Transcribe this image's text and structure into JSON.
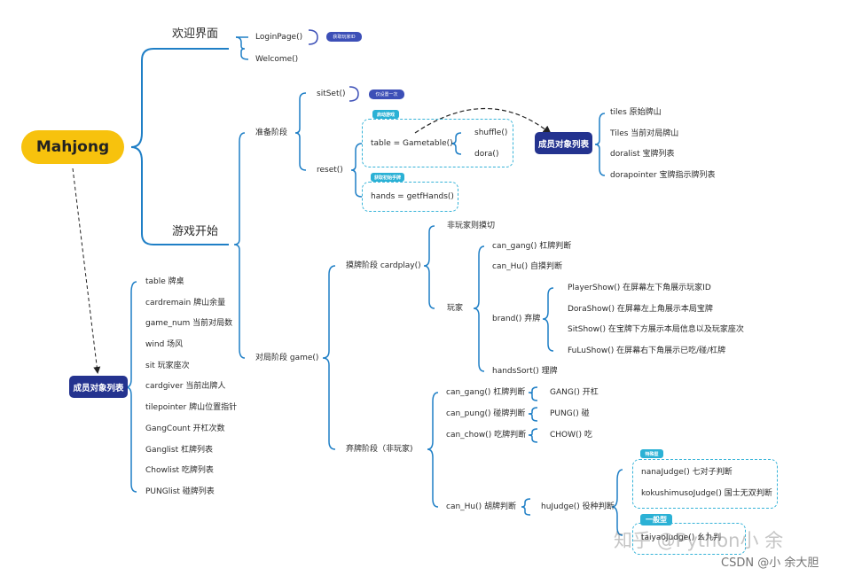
{
  "root": "Mahjong",
  "branches": {
    "welcome": "欢迎界面",
    "game_start": "游戏开始"
  },
  "welcome_items": [
    "LoginPage()",
    "Welcome()"
  ],
  "tags": {
    "login": "获取玩家ID",
    "sitset": "仅设置一次",
    "gametable": "启动游戏",
    "gethands": "获取初始手牌",
    "special": "特殊型",
    "normal": "一般型"
  },
  "prepare": {
    "label": "准备阶段",
    "sitset": "sitSet()",
    "reset": "reset()",
    "table": "table = Gametable()",
    "shuffle": "shuffle()",
    "dora": "dora()",
    "hands": "hands = getfHands()"
  },
  "member_list_label": "成员对象列表",
  "member_list_right": [
    "tiles 原始牌山",
    "Tiles 当前对局牌山",
    "doralist 宝牌列表",
    "dorapointer 宝牌指示牌列表"
  ],
  "member_list_left": [
    "table 牌桌",
    "cardremain 牌山余量",
    "game_num 当前对局数",
    "wind 场风",
    "sit 玩家座次",
    "cardgiver 当前出牌人",
    "tilepointer 牌山位置指针",
    "GangCount 开杠次数",
    "Ganglist 杠牌列表",
    "Chowlist 吃牌列表",
    "PUNGlist 碰牌列表"
  ],
  "game": {
    "label": "对局阶段 game()",
    "draw": {
      "label": "摸牌阶段 cardplay()",
      "non_player": "非玩家则摸切",
      "player": "玩家",
      "can_gang": "can_gang() 杠牌判断",
      "can_hu": "can_Hu() 自摸判断",
      "brand": "brand() 弃牌",
      "brand_items": [
        "PlayerShow() 在屏幕左下角展示玩家ID",
        "DoraShow() 在屏幕左上角展示本局宝牌",
        "SitShow() 在宝牌下方展示本局信息以及玩家座次",
        "FuLuShow() 在屏幕右下角展示已吃/碰/杠牌"
      ],
      "handssort": "handsSort() 理牌"
    },
    "discard": {
      "label": "弃牌阶段（非玩家)",
      "can_gang": "can_gang() 杠牌判断",
      "gang": "GANG() 开杠",
      "can_pung": "can_pung() 碰牌判断",
      "pung": "PUNG() 碰",
      "can_chow": "can_chow() 吃牌判断",
      "chow": "CHOW() 吃",
      "can_hu": "can_Hu() 胡牌判断",
      "hujudge": "huJudge() 役种判断",
      "nana": "nanaJudge() 七对子判断",
      "kokushi": "kokushimusoJudge() 国士无双判断",
      "taiyao": "taiyaoJudge() 幺九判"
    }
  },
  "watermark": "知乎 @Python小 余",
  "csdn": "CSDN @小 余大胆",
  "colors": {
    "line": "#1f7fc6",
    "root": "#f7c20d",
    "navy": "#24338f",
    "cyan_dash": "#36b3d8",
    "tag": "#3c4fb7"
  }
}
